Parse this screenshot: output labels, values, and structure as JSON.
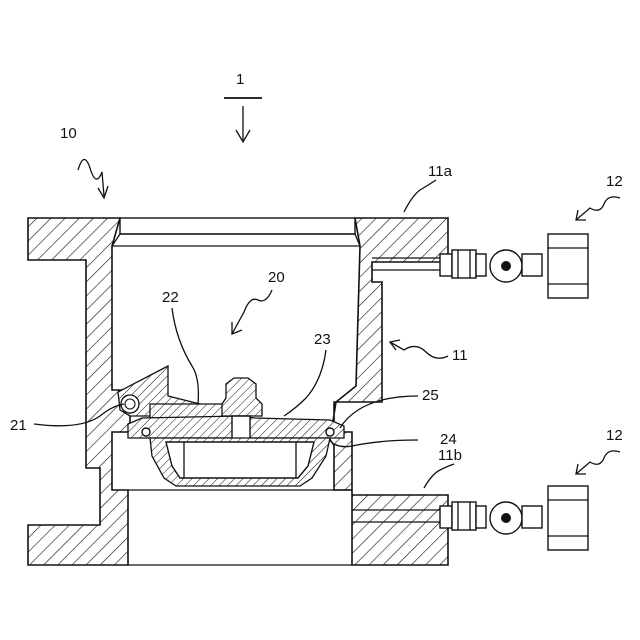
{
  "figure": {
    "labels": {
      "main": "1",
      "device": "10",
      "housing": "11",
      "housing_upper_port": "11a",
      "housing_lower_port": "11b",
      "gauge_upper": "12",
      "gauge_lower": "12",
      "unit": "20",
      "part21": "21",
      "part22": "22",
      "part23": "23",
      "part24": "24",
      "part25": "25"
    }
  }
}
